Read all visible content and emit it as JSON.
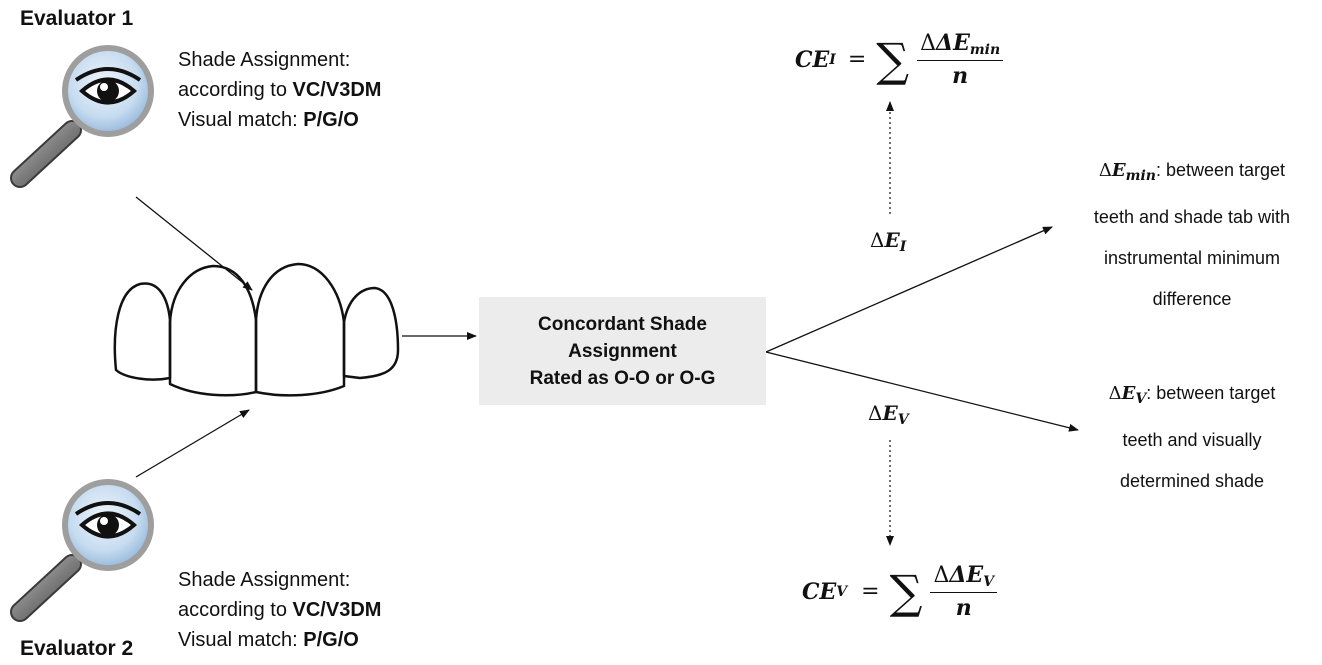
{
  "evaluator1": {
    "title": "Evaluator 1",
    "line1": "Shade Assignment:",
    "line2_prefix": "according to ",
    "line2_bold": "VC/V3DM",
    "line3_prefix": "Visual match: ",
    "line3_bold": "P/G/O"
  },
  "evaluator2": {
    "title": "Evaluator 2",
    "line1": "Shade Assignment:",
    "line2_prefix": "according to ",
    "line2_bold": "VC/V3DM",
    "line3_prefix": "Visual match: ",
    "line3_bold": "P/G/O"
  },
  "center_box": {
    "line1": "Concordant Shade",
    "line2": "Assignment",
    "line3": "Rated as O-O or O-G"
  },
  "formula_top": {
    "lhs": "CE",
    "lhs_sub": "I",
    "num": "ΔE",
    "num_sub": "min",
    "den": "n"
  },
  "formula_bottom": {
    "lhs": "CE",
    "lhs_sub": "V",
    "num": "ΔE",
    "num_sub": "V",
    "den": "n"
  },
  "label_dei": {
    "delta": "Δ",
    "e": "E",
    "sub": "I"
  },
  "label_dev": {
    "delta": "Δ",
    "e": "E",
    "sub": "V"
  },
  "desc_min": {
    "term": "E",
    "term_sub": "min",
    "line1_rest": ":  between target",
    "line2": "teeth and shade tab with",
    "line3": "instrumental minimum",
    "line4": "difference"
  },
  "desc_v": {
    "term": "E",
    "term_sub": "V",
    "line1_rest": ":  between target",
    "line2": "teeth and visually",
    "line3": "determined shade"
  },
  "icons": [
    "magnifier-eye-icon",
    "teeth-outline-icon"
  ],
  "colors": {
    "box_fill": "#ececec",
    "lens_fill": "#c9def1",
    "handle": "#8c8c8c"
  }
}
